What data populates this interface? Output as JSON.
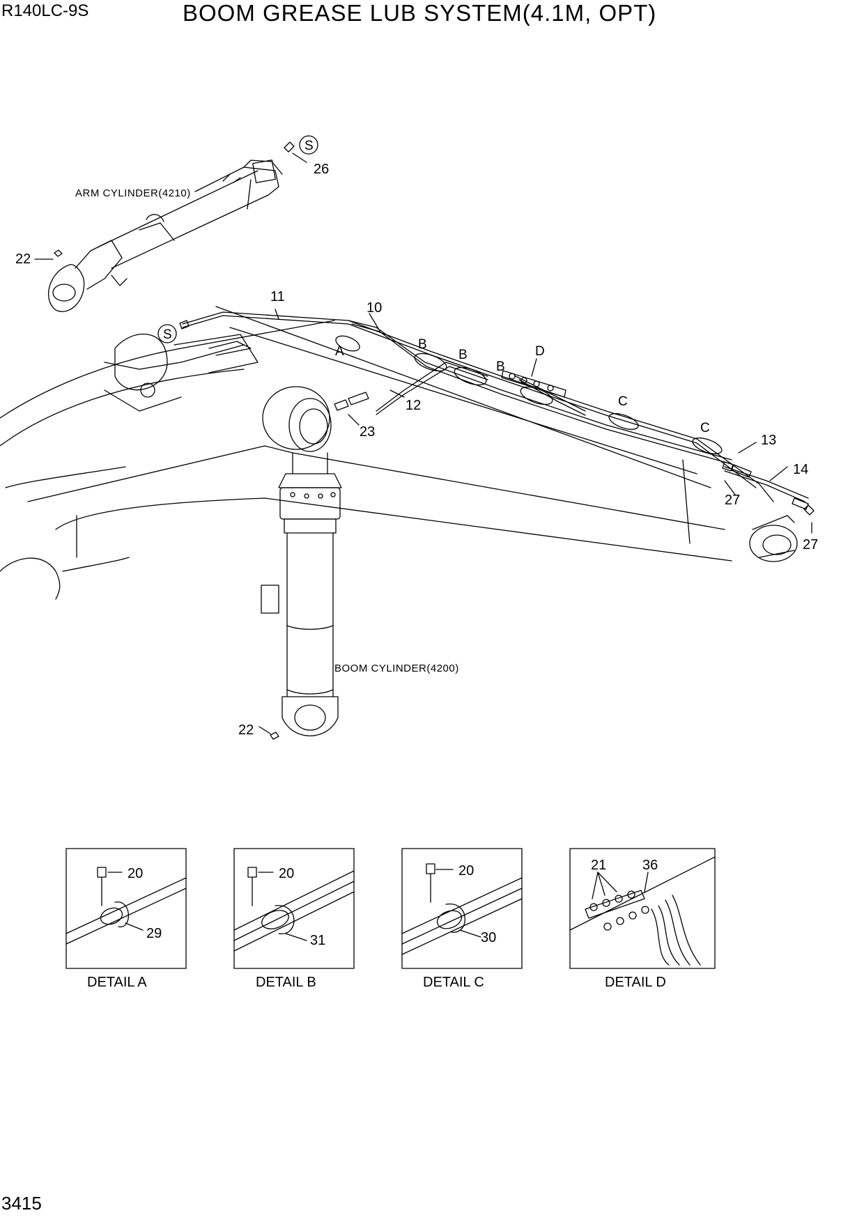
{
  "header": {
    "model": "R140LC-9S",
    "title": "BOOM GREASE LUB SYSTEM(4.1M, OPT)"
  },
  "footer": {
    "page": "3415"
  },
  "references": {
    "arm_cylinder": "ARM CYLINDER(4210)",
    "boom_cylinder": "BOOM CYLINDER(4200)"
  },
  "callouts": {
    "p26": "26",
    "p22_arm": "22",
    "p11": "11",
    "p10": "10",
    "p12": "12",
    "p23": "23",
    "p13": "13",
    "p14": "14",
    "p27_a": "27",
    "p27_b": "27",
    "p22_boom": "22"
  },
  "markers": {
    "s_top": "S",
    "s_boom": "S",
    "a": "A",
    "b1": "B",
    "b2": "B",
    "b3": "B",
    "d": "D",
    "c1": "C",
    "c2": "C"
  },
  "details": [
    {
      "label": "DETAIL  A",
      "bolt": "20",
      "clip": "29"
    },
    {
      "label": "DETAIL  B",
      "bolt": "20",
      "clip": "31"
    },
    {
      "label": "DETAIL  C",
      "bolt": "20",
      "clip": "30"
    },
    {
      "label": "DETAIL  D",
      "fittings": "21",
      "hoses": "36"
    }
  ]
}
